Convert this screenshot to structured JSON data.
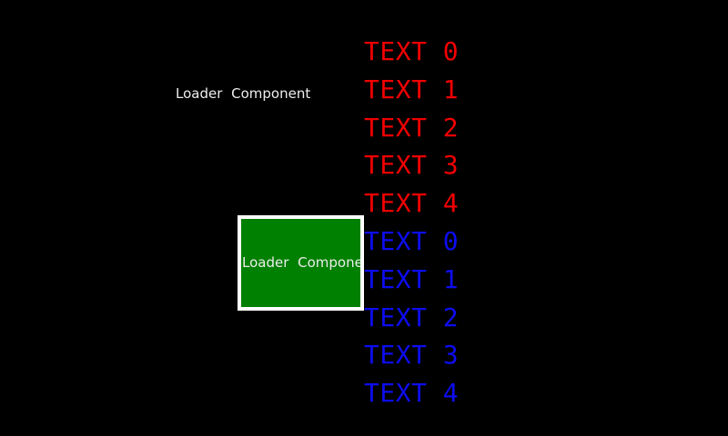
{
  "loader_label": {
    "text": "Loader Component"
  },
  "loader_box": {
    "text": "Loader Component"
  },
  "text_list": {
    "items": [
      {
        "label": "TEXT 0",
        "color": "red"
      },
      {
        "label": "TEXT 1",
        "color": "red"
      },
      {
        "label": "TEXT 2",
        "color": "red"
      },
      {
        "label": "TEXT 3",
        "color": "red"
      },
      {
        "label": "TEXT 4",
        "color": "red"
      },
      {
        "label": "TEXT 0",
        "color": "blue"
      },
      {
        "label": "TEXT 1",
        "color": "blue"
      },
      {
        "label": "TEXT 2",
        "color": "blue"
      },
      {
        "label": "TEXT 3",
        "color": "blue"
      },
      {
        "label": "TEXT 4",
        "color": "blue"
      }
    ]
  },
  "colors": {
    "background": "#000000",
    "box_fill": "#008000",
    "box_border": "#ffffff",
    "label_text": "#ededed",
    "red_text": "#f20000",
    "blue_text": "#0d0df2"
  }
}
